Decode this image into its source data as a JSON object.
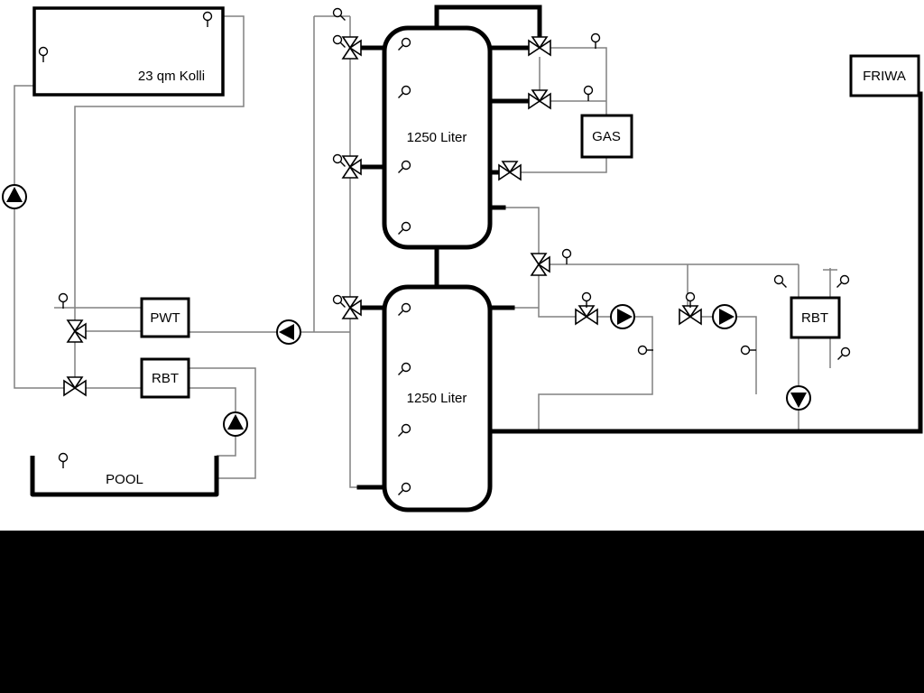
{
  "diagram": {
    "labels": {
      "collector": "23 qm Kolli",
      "upper_tank": "1250 Liter",
      "lower_tank": "1250 Liter",
      "heat_exchanger": "PWT",
      "rbt_left": "RBT",
      "rbt_right": "RBT",
      "boiler": "GAS",
      "fresh_water": "FRIWA",
      "pool": "POOL"
    },
    "colors": {
      "pipe_gray": "#808080",
      "symbol_black": "#000000",
      "canvas": "#ffffff",
      "letterbox": "#000000"
    },
    "symbols": {
      "pump": "circle-with-filled-triangle",
      "three_way_valve": "triangle-bowtie-with-branch",
      "sensor": "small-circle-with-stem"
    }
  }
}
